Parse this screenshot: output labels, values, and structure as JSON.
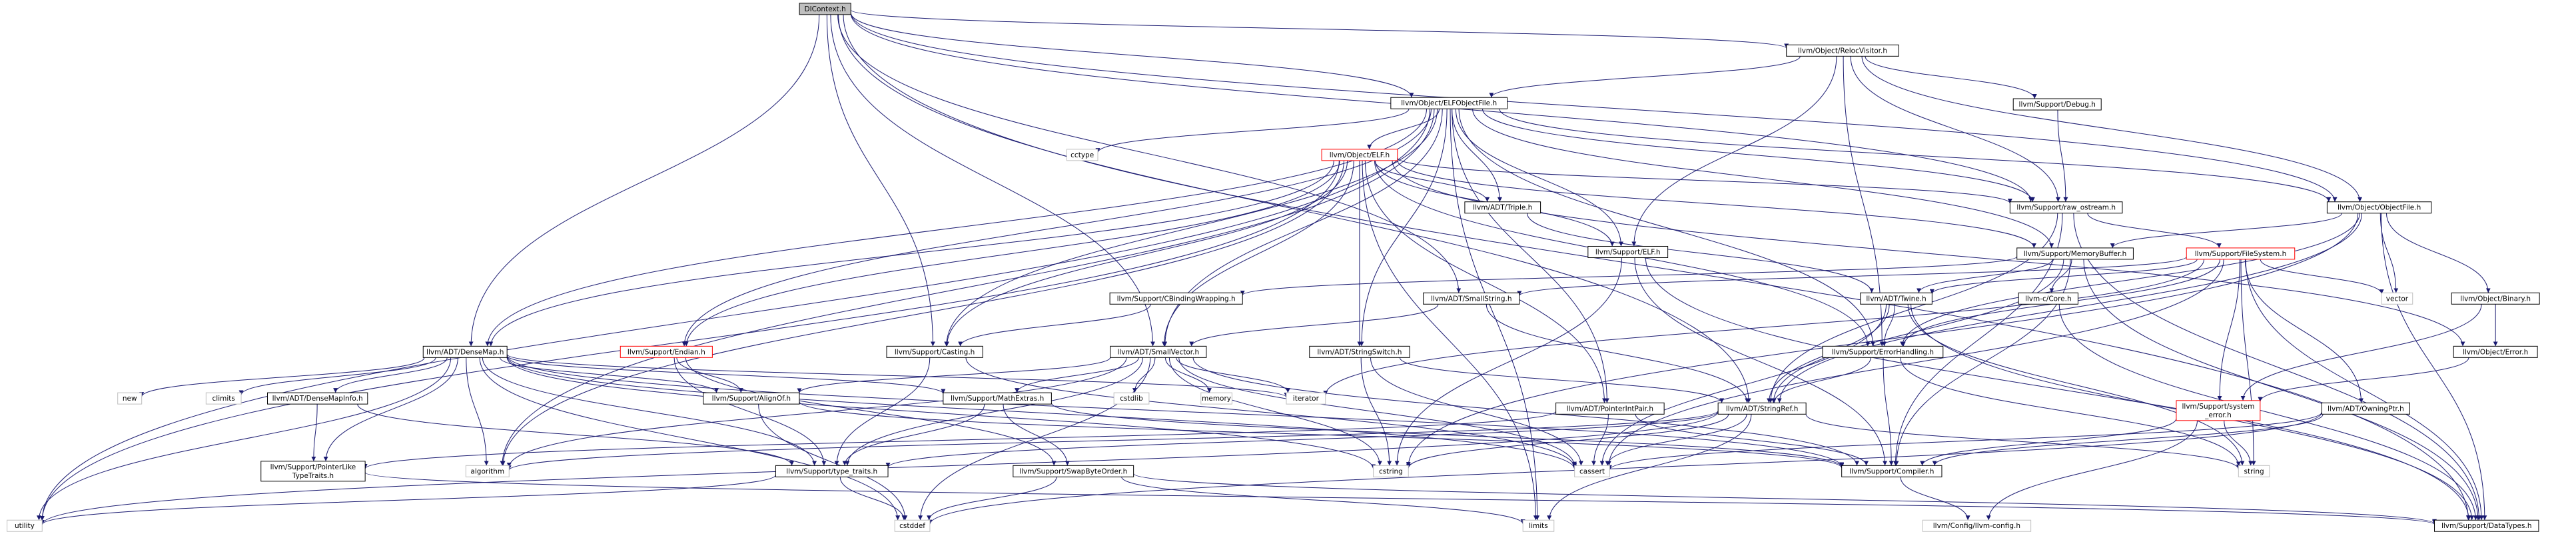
{
  "graph": {
    "nodes": [
      {
        "id": "dicontext",
        "lines": [
          "DIContext.h"
        ],
        "kind": "root"
      },
      {
        "id": "relocvisitor",
        "lines": [
          "llvm/Object/RelocVisitor.h"
        ],
        "kind": "normal"
      },
      {
        "id": "elfobjectfile",
        "lines": [
          "llvm/Object/ELFObjectFile.h"
        ],
        "kind": "normal"
      },
      {
        "id": "support_debug",
        "lines": [
          "llvm/Support/Debug.h"
        ],
        "kind": "normal"
      },
      {
        "id": "object_elf",
        "lines": [
          "llvm/Object/ELF.h"
        ],
        "kind": "red"
      },
      {
        "id": "cctype",
        "lines": [
          "cctype"
        ],
        "kind": "system"
      },
      {
        "id": "raw_ostream",
        "lines": [
          "llvm/Support/raw_ostream.h"
        ],
        "kind": "normal"
      },
      {
        "id": "adt_triple",
        "lines": [
          "llvm/ADT/Triple.h"
        ],
        "kind": "normal"
      },
      {
        "id": "objectfile",
        "lines": [
          "llvm/Object/ObjectFile.h"
        ],
        "kind": "normal"
      },
      {
        "id": "support_elf",
        "lines": [
          "llvm/Support/ELF.h"
        ],
        "kind": "normal"
      },
      {
        "id": "memorybuffer",
        "lines": [
          "llvm/Support/MemoryBuffer.h"
        ],
        "kind": "normal"
      },
      {
        "id": "filesystem",
        "lines": [
          "llvm/Support/FileSystem.h"
        ],
        "kind": "red"
      },
      {
        "id": "cbindingwrapping",
        "lines": [
          "llvm/Support/CBindingWrapping.h"
        ],
        "kind": "normal"
      },
      {
        "id": "smallstring",
        "lines": [
          "llvm/ADT/SmallString.h"
        ],
        "kind": "normal"
      },
      {
        "id": "adt_twine",
        "lines": [
          "llvm/ADT/Twine.h"
        ],
        "kind": "normal"
      },
      {
        "id": "llvmc_core",
        "lines": [
          "llvm-c/Core.h"
        ],
        "kind": "normal"
      },
      {
        "id": "vector",
        "lines": [
          "vector"
        ],
        "kind": "system"
      },
      {
        "id": "object_binary",
        "lines": [
          "llvm/Object/Binary.h"
        ],
        "kind": "normal"
      },
      {
        "id": "densemap",
        "lines": [
          "llvm/ADT/DenseMap.h"
        ],
        "kind": "normal"
      },
      {
        "id": "support_endian",
        "lines": [
          "llvm/Support/Endian.h"
        ],
        "kind": "red"
      },
      {
        "id": "support_casting",
        "lines": [
          "llvm/Support/Casting.h"
        ],
        "kind": "normal"
      },
      {
        "id": "smallvector",
        "lines": [
          "llvm/ADT/SmallVector.h"
        ],
        "kind": "normal"
      },
      {
        "id": "stringswitch",
        "lines": [
          "llvm/ADT/StringSwitch.h"
        ],
        "kind": "normal"
      },
      {
        "id": "errorhandling",
        "lines": [
          "llvm/Support/ErrorHandling.h"
        ],
        "kind": "normal"
      },
      {
        "id": "object_error",
        "lines": [
          "llvm/Object/Error.h"
        ],
        "kind": "normal"
      },
      {
        "id": "new",
        "lines": [
          "new"
        ],
        "kind": "system"
      },
      {
        "id": "climits",
        "lines": [
          "climits"
        ],
        "kind": "system"
      },
      {
        "id": "densemapinfo",
        "lines": [
          "llvm/ADT/DenseMapInfo.h"
        ],
        "kind": "normal"
      },
      {
        "id": "alignof",
        "lines": [
          "llvm/Support/AlignOf.h"
        ],
        "kind": "normal"
      },
      {
        "id": "mathextras",
        "lines": [
          "llvm/Support/MathExtras.h"
        ],
        "kind": "normal"
      },
      {
        "id": "cstdlib",
        "lines": [
          "cstdlib"
        ],
        "kind": "system"
      },
      {
        "id": "memory",
        "lines": [
          "memory"
        ],
        "kind": "system"
      },
      {
        "id": "iterator",
        "lines": [
          "iterator"
        ],
        "kind": "system"
      },
      {
        "id": "pointerintpair",
        "lines": [
          "llvm/ADT/PointerIntPair.h"
        ],
        "kind": "normal"
      },
      {
        "id": "stringref",
        "lines": [
          "llvm/ADT/StringRef.h"
        ],
        "kind": "normal"
      },
      {
        "id": "system_error",
        "lines": [
          "llvm/Support/system",
          "_error.h"
        ],
        "kind": "red"
      },
      {
        "id": "owningptr",
        "lines": [
          "llvm/ADT/OwningPtr.h"
        ],
        "kind": "normal"
      },
      {
        "id": "pointerlike",
        "lines": [
          "llvm/Support/PointerLike",
          "TypeTraits.h"
        ],
        "kind": "normal"
      },
      {
        "id": "algorithm",
        "lines": [
          "algorithm"
        ],
        "kind": "system"
      },
      {
        "id": "type_traits",
        "lines": [
          "llvm/Support/type_traits.h"
        ],
        "kind": "normal"
      },
      {
        "id": "swapbyteorder",
        "lines": [
          "llvm/Support/SwapByteOrder.h"
        ],
        "kind": "normal"
      },
      {
        "id": "cstring",
        "lines": [
          "cstring"
        ],
        "kind": "system"
      },
      {
        "id": "cassert",
        "lines": [
          "cassert"
        ],
        "kind": "system"
      },
      {
        "id": "compiler",
        "lines": [
          "llvm/Support/Compiler.h"
        ],
        "kind": "normal"
      },
      {
        "id": "string",
        "lines": [
          "string"
        ],
        "kind": "system"
      },
      {
        "id": "utility",
        "lines": [
          "utility"
        ],
        "kind": "system"
      },
      {
        "id": "cstddef",
        "lines": [
          "cstddef"
        ],
        "kind": "system"
      },
      {
        "id": "limits",
        "lines": [
          "limits"
        ],
        "kind": "system"
      },
      {
        "id": "llvm_config",
        "lines": [
          "llvm/Config/llvm-config.h"
        ],
        "kind": "system"
      },
      {
        "id": "datatypes",
        "lines": [
          "llvm/Support/DataTypes.h"
        ],
        "kind": "normal"
      }
    ],
    "edges": [
      [
        "dicontext",
        "relocvisitor"
      ],
      [
        "dicontext",
        "objectfile"
      ],
      [
        "dicontext",
        "raw_ostream"
      ],
      [
        "dicontext",
        "smallstring"
      ],
      [
        "dicontext",
        "densemap"
      ],
      [
        "dicontext",
        "smallvector"
      ],
      [
        "dicontext",
        "support_casting"
      ],
      [
        "dicontext",
        "stringref"
      ],
      [
        "dicontext",
        "datatypes"
      ],
      [
        "dicontext",
        "elfobjectfile"
      ],
      [
        "relocvisitor",
        "elfobjectfile"
      ],
      [
        "relocvisitor",
        "support_debug"
      ],
      [
        "relocvisitor",
        "raw_ostream"
      ],
      [
        "relocvisitor",
        "objectfile"
      ],
      [
        "relocvisitor",
        "support_elf"
      ],
      [
        "relocvisitor",
        "errorhandling"
      ],
      [
        "elfobjectfile",
        "object_elf"
      ],
      [
        "elfobjectfile",
        "cctype"
      ],
      [
        "elfobjectfile",
        "raw_ostream"
      ],
      [
        "elfobjectfile",
        "adt_triple"
      ],
      [
        "elfobjectfile",
        "objectfile"
      ],
      [
        "elfobjectfile",
        "support_elf"
      ],
      [
        "elfobjectfile",
        "memorybuffer"
      ],
      [
        "elfobjectfile",
        "densemap"
      ],
      [
        "elfobjectfile",
        "support_endian"
      ],
      [
        "elfobjectfile",
        "support_casting"
      ],
      [
        "elfobjectfile",
        "smallvector"
      ],
      [
        "elfobjectfile",
        "stringswitch"
      ],
      [
        "elfobjectfile",
        "errorhandling"
      ],
      [
        "elfobjectfile",
        "pointerintpair"
      ],
      [
        "elfobjectfile",
        "algorithm"
      ],
      [
        "elfobjectfile",
        "utility"
      ],
      [
        "elfobjectfile",
        "limits"
      ],
      [
        "support_debug",
        "raw_ostream"
      ],
      [
        "object_elf",
        "raw_ostream"
      ],
      [
        "object_elf",
        "adt_triple"
      ],
      [
        "object_elf",
        "support_elf"
      ],
      [
        "object_elf",
        "memorybuffer"
      ],
      [
        "object_elf",
        "object_error"
      ],
      [
        "object_elf",
        "densemap"
      ],
      [
        "object_elf",
        "support_endian"
      ],
      [
        "object_elf",
        "support_casting"
      ],
      [
        "object_elf",
        "smallvector"
      ],
      [
        "object_elf",
        "stringswitch"
      ],
      [
        "object_elf",
        "pointerintpair"
      ],
      [
        "object_elf",
        "errorhandling"
      ],
      [
        "object_elf",
        "algorithm"
      ],
      [
        "object_elf",
        "utility"
      ],
      [
        "object_elf",
        "limits"
      ],
      [
        "raw_ostream",
        "stringref"
      ],
      [
        "raw_ostream",
        "filesystem"
      ],
      [
        "raw_ostream",
        "compiler"
      ],
      [
        "raw_ostream",
        "datatypes"
      ],
      [
        "adt_triple",
        "adt_twine"
      ],
      [
        "objectfile",
        "memorybuffer"
      ],
      [
        "objectfile",
        "object_binary"
      ],
      [
        "objectfile",
        "errorhandling"
      ],
      [
        "objectfile",
        "vector"
      ],
      [
        "objectfile",
        "cstring"
      ],
      [
        "objectfile",
        "datatypes"
      ],
      [
        "objectfile",
        "stringref"
      ],
      [
        "support_elf",
        "compiler"
      ],
      [
        "support_elf",
        "datatypes"
      ],
      [
        "support_elf",
        "cstring"
      ],
      [
        "memorybuffer",
        "adt_twine"
      ],
      [
        "memorybuffer",
        "cbindingwrapping"
      ],
      [
        "memorybuffer",
        "llvmc_core"
      ],
      [
        "memorybuffer",
        "compiler"
      ],
      [
        "memorybuffer",
        "datatypes"
      ],
      [
        "memorybuffer",
        "stringref"
      ],
      [
        "filesystem",
        "adt_twine"
      ],
      [
        "filesystem",
        "smallstring"
      ],
      [
        "filesystem",
        "owningptr"
      ],
      [
        "filesystem",
        "system_error"
      ],
      [
        "filesystem",
        "errorhandling"
      ],
      [
        "filesystem",
        "datatypes"
      ],
      [
        "filesystem",
        "iterator"
      ],
      [
        "filesystem",
        "string"
      ],
      [
        "filesystem",
        "vector"
      ],
      [
        "filesystem",
        "cassert"
      ],
      [
        "cbindingwrapping",
        "support_casting"
      ],
      [
        "smallstring",
        "smallvector"
      ],
      [
        "smallstring",
        "stringref"
      ],
      [
        "adt_twine",
        "stringref"
      ],
      [
        "adt_twine",
        "errorhandling"
      ],
      [
        "adt_twine",
        "datatypes"
      ],
      [
        "adt_twine",
        "cassert"
      ],
      [
        "adt_twine",
        "string"
      ],
      [
        "llvmc_core",
        "datatypes"
      ],
      [
        "object_binary",
        "object_error"
      ],
      [
        "object_binary",
        "system_error"
      ],
      [
        "object_error",
        "system_error"
      ],
      [
        "densemap",
        "densemapinfo"
      ],
      [
        "densemap",
        "alignof"
      ],
      [
        "densemap",
        "mathextras"
      ],
      [
        "densemap",
        "pointerlike"
      ],
      [
        "densemap",
        "type_traits"
      ],
      [
        "densemap",
        "compiler"
      ],
      [
        "densemap",
        "algorithm"
      ],
      [
        "densemap",
        "new"
      ],
      [
        "densemap",
        "climits"
      ],
      [
        "densemap",
        "iterator"
      ],
      [
        "densemap",
        "cassert"
      ],
      [
        "densemap",
        "cstddef"
      ],
      [
        "densemap",
        "cstring"
      ],
      [
        "densemap",
        "utility"
      ],
      [
        "support_endian",
        "alignof"
      ],
      [
        "support_endian",
        "swapbyteorder"
      ],
      [
        "support_endian",
        "type_traits"
      ],
      [
        "support_casting",
        "type_traits"
      ],
      [
        "support_casting",
        "cassert"
      ],
      [
        "smallvector",
        "alignof"
      ],
      [
        "smallvector",
        "mathextras"
      ],
      [
        "smallvector",
        "type_traits"
      ],
      [
        "smallvector",
        "compiler"
      ],
      [
        "smallvector",
        "algorithm"
      ],
      [
        "smallvector",
        "cassert"
      ],
      [
        "smallvector",
        "cstddef"
      ],
      [
        "smallvector",
        "cstdlib"
      ],
      [
        "smallvector",
        "cstring"
      ],
      [
        "smallvector",
        "iterator"
      ],
      [
        "smallvector",
        "memory"
      ],
      [
        "stringswitch",
        "stringref"
      ],
      [
        "stringswitch",
        "cassert"
      ],
      [
        "stringswitch",
        "cstring"
      ],
      [
        "errorhandling",
        "stringref"
      ],
      [
        "errorhandling",
        "compiler"
      ],
      [
        "errorhandling",
        "string"
      ],
      [
        "densemapinfo",
        "pointerlike"
      ],
      [
        "densemapinfo",
        "type_traits"
      ],
      [
        "alignof",
        "compiler"
      ],
      [
        "alignof",
        "cstddef"
      ],
      [
        "mathextras",
        "swapbyteorder"
      ],
      [
        "mathextras",
        "type_traits"
      ],
      [
        "mathextras",
        "compiler"
      ],
      [
        "pointerintpair",
        "pointerlike"
      ],
      [
        "pointerintpair",
        "compiler"
      ],
      [
        "pointerintpair",
        "cassert"
      ],
      [
        "stringref",
        "type_traits"
      ],
      [
        "stringref",
        "algorithm"
      ],
      [
        "stringref",
        "cassert"
      ],
      [
        "stringref",
        "cstring"
      ],
      [
        "stringref",
        "limits"
      ],
      [
        "stringref",
        "string"
      ],
      [
        "stringref",
        "utility"
      ],
      [
        "system_error",
        "compiler"
      ],
      [
        "system_error",
        "llvm_config"
      ],
      [
        "system_error",
        "cerrno_placeholder"
      ],
      [
        "system_error",
        "string"
      ],
      [
        "owningptr",
        "compiler"
      ],
      [
        "owningptr",
        "cassert"
      ],
      [
        "owningptr",
        "cstddef"
      ],
      [
        "pointerlike",
        "datatypes"
      ],
      [
        "type_traits",
        "cstddef"
      ],
      [
        "type_traits",
        "utility"
      ],
      [
        "swapbyteorder",
        "datatypes"
      ],
      [
        "swapbyteorder",
        "cstddef"
      ],
      [
        "swapbyteorder",
        "limits"
      ],
      [
        "compiler",
        "llvm_config"
      ]
    ]
  }
}
